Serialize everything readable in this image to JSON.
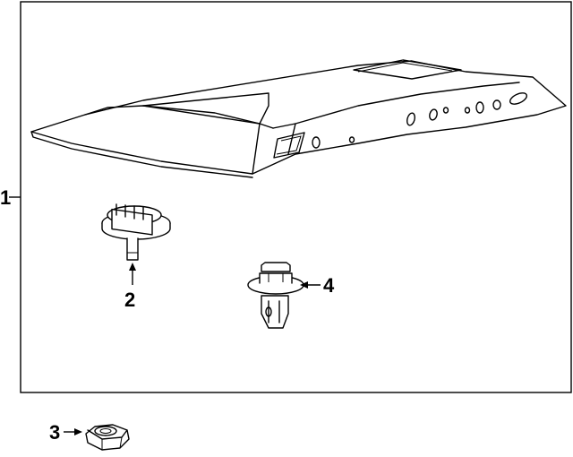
{
  "callouts": {
    "c1": "1",
    "c2": "2",
    "c3": "3",
    "c4": "4"
  },
  "parts": {
    "part1": "headliner-overhead-panel",
    "part2": "push-pin-clip",
    "part3": "hex-nut",
    "part4": "retainer-clip"
  },
  "colors": {
    "line": "#000000",
    "background": "#ffffff"
  }
}
